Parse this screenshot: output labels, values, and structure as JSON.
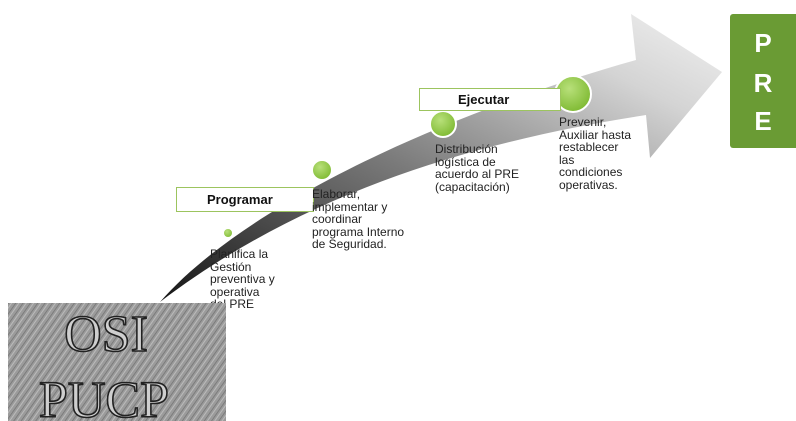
{
  "stages": [
    {
      "label": "Programar"
    },
    {
      "label": "Ejecutar"
    }
  ],
  "steps": [
    {
      "text": "Planifica la\nGestión\npreventiva y\noperativa\ndel PRE"
    },
    {
      "text": "Elaborar,\nimplementar y\ncoordinar\nprograma Interno\nde Seguridad."
    },
    {
      "text": "Distribución\nlogística de\nacuerdo al PRE\n(capacitación)"
    },
    {
      "text": "Prevenir,\nAuxiliar hasta\nrestablecer\nlas\ncondiciones\noperativas."
    }
  ],
  "target": {
    "letters": [
      "P",
      "R",
      "E"
    ]
  },
  "logo": {
    "line1": "OSI",
    "line2": "PUCP"
  },
  "colors": {
    "accent": "#6a9b34",
    "dot": "#8cc63f",
    "box_border": "#9cc45e"
  }
}
